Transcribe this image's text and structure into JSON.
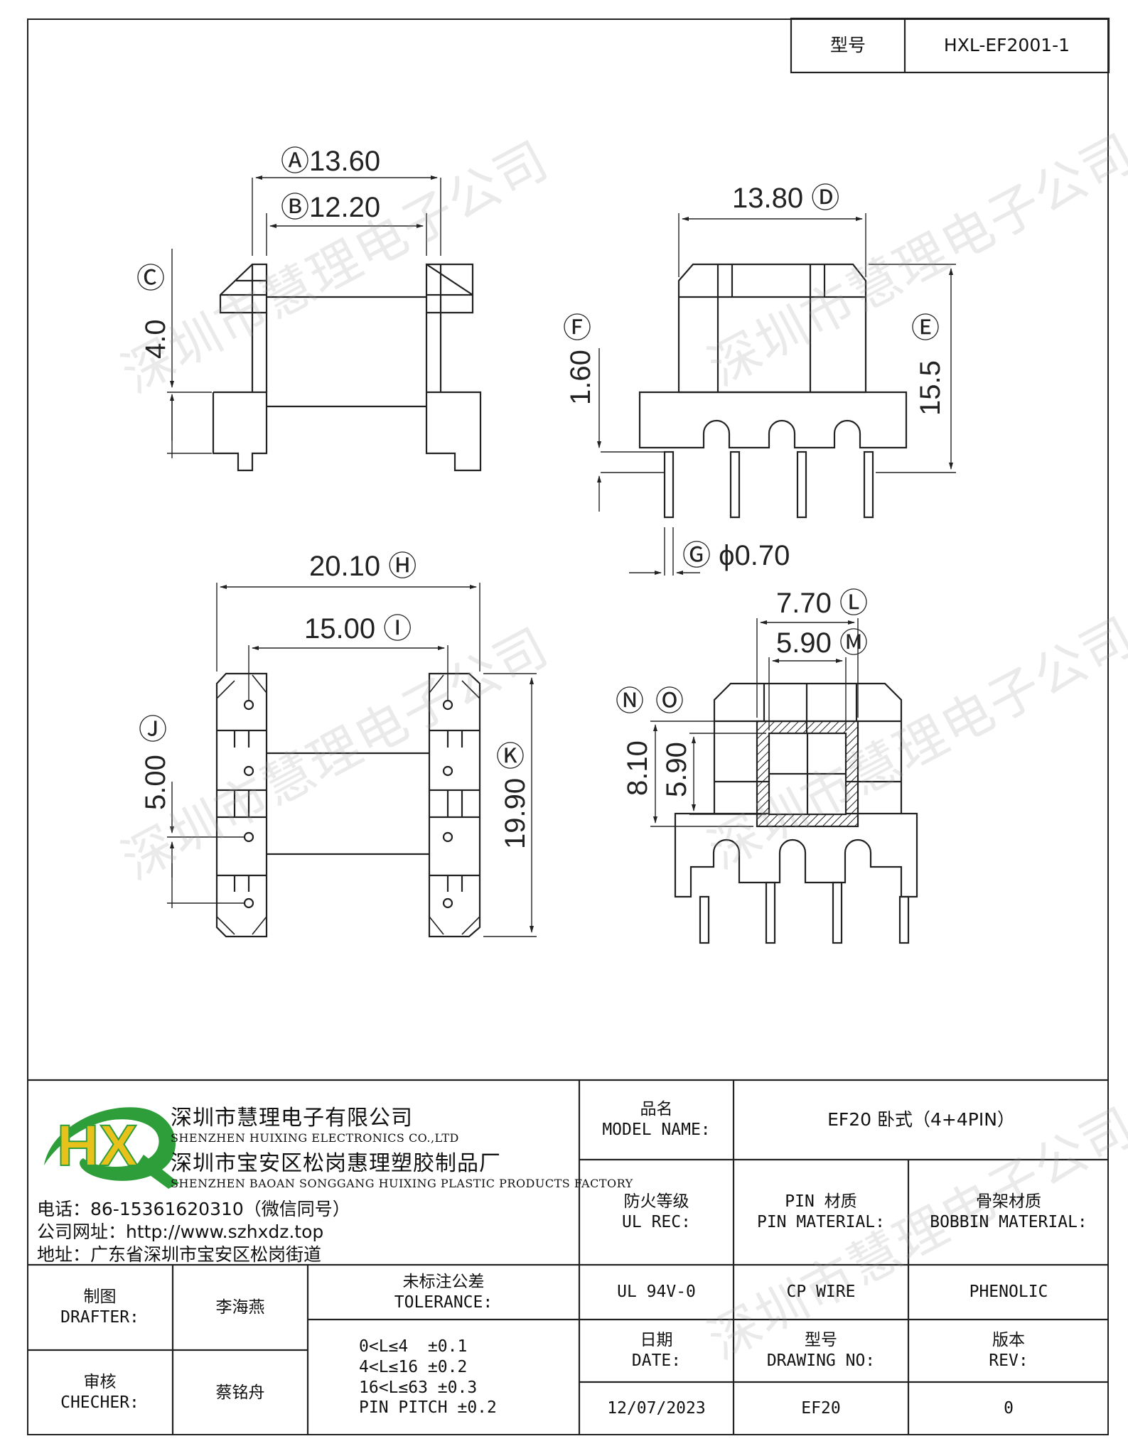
{
  "header": {
    "model_label": "型号",
    "model_value": "HXL-EF2001-1"
  },
  "drawing": {
    "dim_a": "Ⓐ13.60",
    "dim_b": "Ⓑ12.20",
    "dim_c": "Ⓒ",
    "dim_c_value": "4.0",
    "dim_d": "13.80 Ⓓ",
    "dim_e": "Ⓔ",
    "dim_e_value": "15.5",
    "dim_f": "Ⓕ",
    "dim_f_value": "1.60",
    "dim_g": "Ⓖ ϕ0.70",
    "dim_h": "20.10 Ⓗ",
    "dim_i": "15.00 Ⓘ",
    "dim_j": "Ⓙ",
    "dim_j_value": "5.00",
    "dim_k": "Ⓚ",
    "dim_k_value": "19.90",
    "dim_l": "7.70 Ⓛ",
    "dim_m": "5.90 Ⓜ",
    "dim_n": "Ⓝ",
    "dim_n_value": "8.10",
    "dim_o": "Ⓞ",
    "dim_o_value": "5.90"
  },
  "watermark": "深圳市慧理电子公司",
  "company": {
    "name_cn": "深圳市慧理电子有限公司",
    "name_en": "SHENZHEN HUIXING ELECTRONICS CO.,LTD",
    "factory_cn": "深圳市宝安区松岗惠理塑胶制品厂",
    "factory_en": "SHENZHEN BAOAN SONGGANG HUIXING PLASTIC PRODUCTS FACTORY",
    "phone": "电话：86-15361620310（微信同号）",
    "website": "公司网址：http://www.szhxdz.top",
    "address": "地址：广东省深圳市宝安区松岗街道",
    "logo_text": "HX",
    "colors": {
      "logo_green": "#2e9e3a",
      "logo_yellow": "#e8c21a",
      "logo_light_green": "#8cc63f"
    }
  },
  "title_block": {
    "product_name_label_cn": "品名",
    "product_name_label_en": "MODEL NAME:",
    "product_name_value": "EF20 卧式（4+4PIN）",
    "ul_label_cn": "防火等级",
    "ul_label_en": "UL REC:",
    "pin_label_cn": "PIN 材质",
    "pin_label_en": "PIN MATERIAL:",
    "bobbin_label_cn": "骨架材质",
    "bobbin_label_en": "BOBBIN MATERIAL:",
    "ul_value": "UL 94V-0",
    "pin_value": "CP WIRE",
    "bobbin_value": "PHENOLIC",
    "drafter_label_cn": "制图",
    "drafter_label_en": "DRAFTER:",
    "drafter_value": "李海燕",
    "checker_label_cn": "审核",
    "checker_label_en": "CHECHER:",
    "checker_value": "蔡铭舟",
    "tolerance_label_cn": "未标注公差",
    "tolerance_label_en": "TOLERANCE:",
    "tolerance_lines": [
      "0<L≤4  ±0.1",
      "4<L≤16 ±0.2",
      "16<L≤63 ±0.3",
      "PIN PITCH ±0.2"
    ],
    "date_label_cn": "日期",
    "date_label_en": "DATE:",
    "date_value": "12/07/2023",
    "drawing_no_label_cn": "型号",
    "drawing_no_label_en": "DRAWING NO:",
    "drawing_no_value": "EF20",
    "rev_label_cn": "版本",
    "rev_label_en": "REV:",
    "rev_value": "0"
  }
}
